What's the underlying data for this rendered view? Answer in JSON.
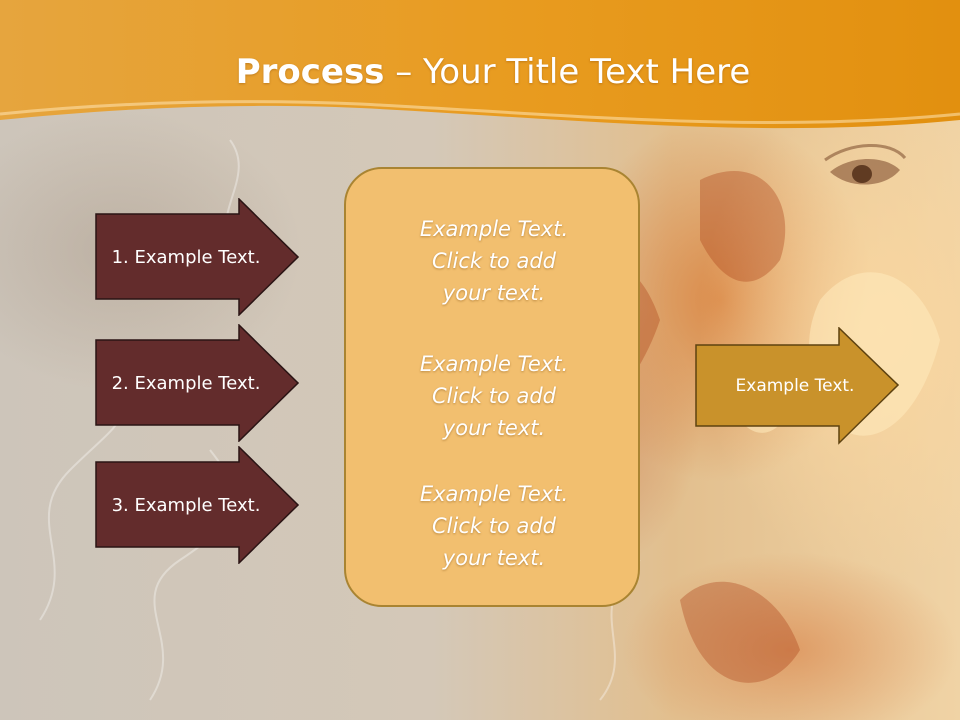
{
  "slide": {
    "title_bold": "Process",
    "title_rest": " – Your Title Text Here"
  },
  "left_arrows": [
    {
      "label": "1. Example Text."
    },
    {
      "label": "2. Example Text."
    },
    {
      "label": "3. Example Text."
    }
  ],
  "center_box": {
    "blocks": [
      {
        "line1": "Example Text.",
        "line2": "Click  to add",
        "line3": "your text."
      },
      {
        "line1": "Example Text.",
        "line2": "Click  to add",
        "line3": "your text."
      },
      {
        "line1": "Example Text.",
        "line2": "Click  to add",
        "line3": "your text."
      }
    ]
  },
  "right_arrow": {
    "label": "Example Text."
  },
  "colors": {
    "title_band": "#e49a1d",
    "left_arrow_fill": "#632c2c",
    "center_box_fill": "#f2bf6f",
    "right_arrow_fill": "#c9922b"
  }
}
